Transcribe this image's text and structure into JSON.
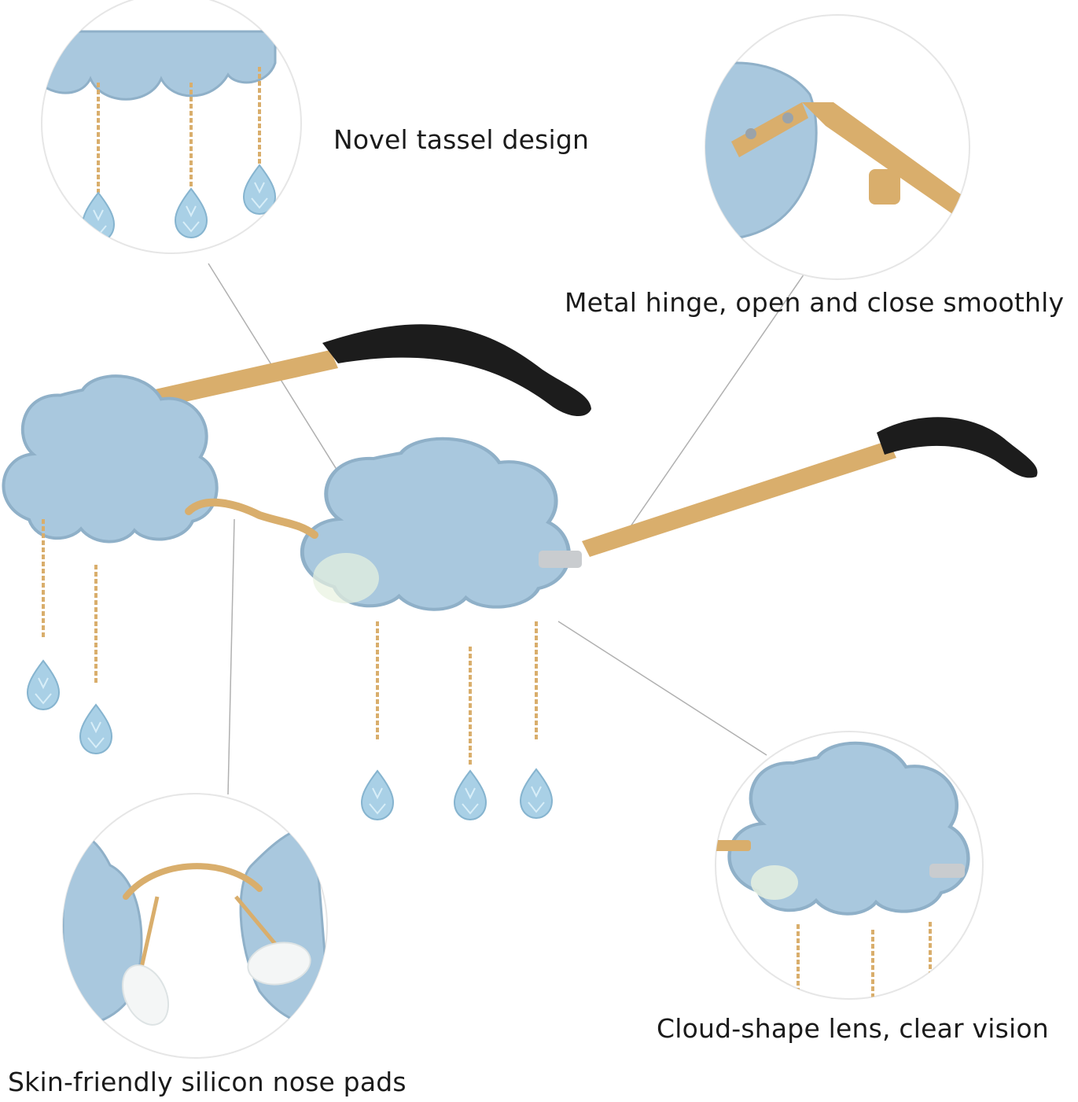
{
  "callouts": {
    "tassel": "Novel tassel design",
    "hinge": "Metal hinge, open and close smoothly",
    "lens": "Cloud-shape lens, clear vision",
    "nose_pads": "Skin-friendly silicon nose pads"
  },
  "colors": {
    "lens": "#a9c8de",
    "lens_edge": "#8fb0c8",
    "metal": "#d9ae6c",
    "temple_tip": "#1c1c1c",
    "crystal": "#a9d0e6",
    "leader_line": "#b0b0b0"
  }
}
